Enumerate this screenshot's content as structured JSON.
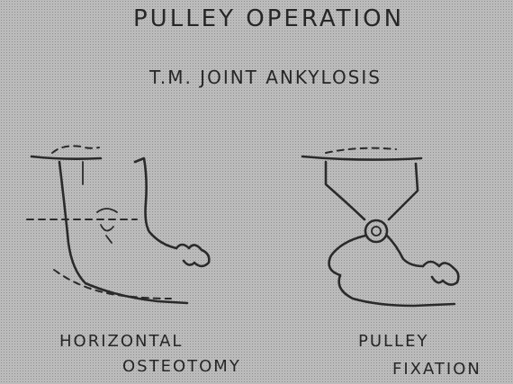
{
  "title": "PULLEY OPERATION",
  "subtitle": "T.M. JOINT ANKYLOSIS",
  "left_label": {
    "line1": "HORIZONTAL",
    "line2": "OSTEOTOMY"
  },
  "right_label": {
    "line1": "PULLEY",
    "line2": "FIXATION"
  },
  "colors": {
    "ink": "#2a2a2a",
    "paper": "#cfcfcf"
  }
}
